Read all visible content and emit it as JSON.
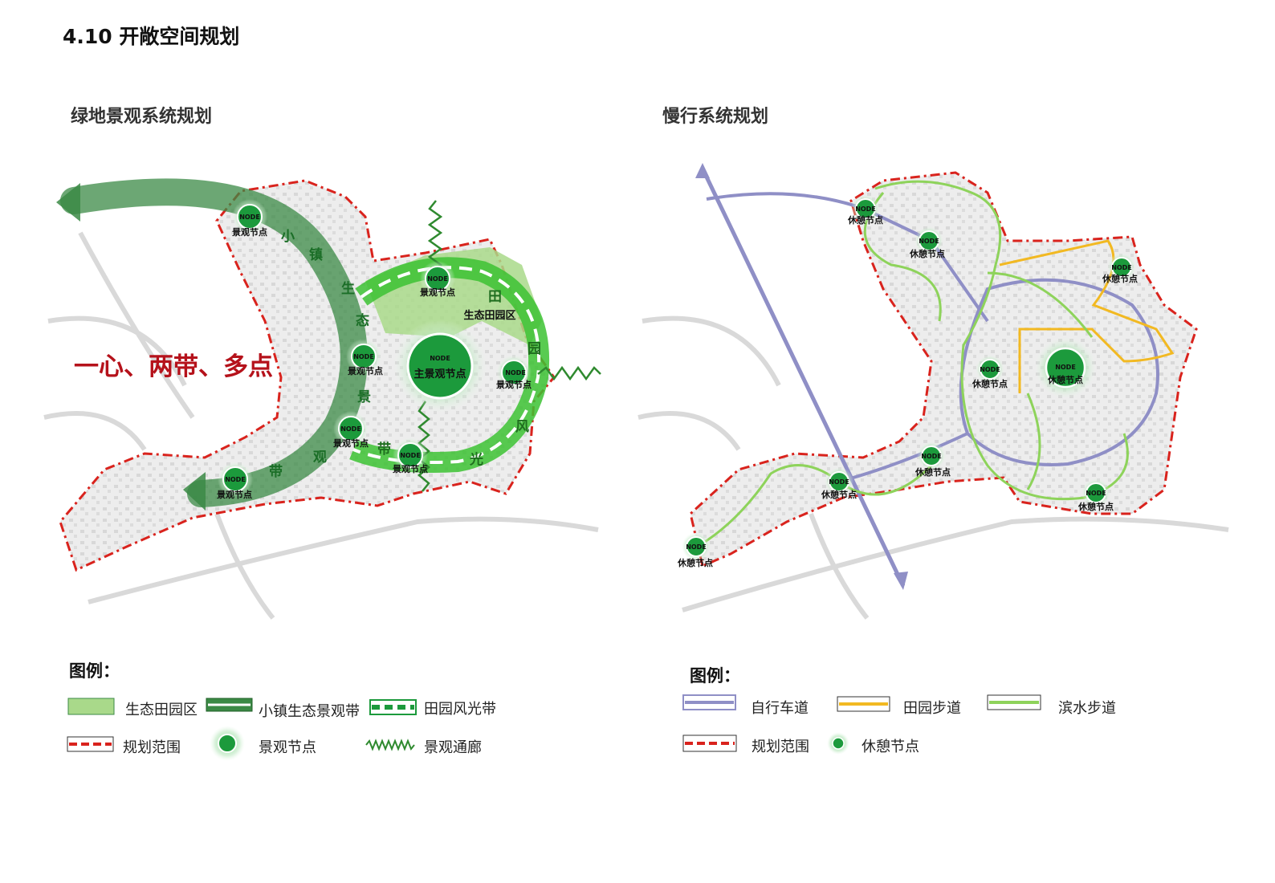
{
  "page": {
    "title": "4.10 开敞空间规划"
  },
  "left_panel": {
    "title": "绿地景观系统规划",
    "slogan": "一心、两带、多点",
    "node_text": "NODE",
    "main_node_label": "主景观节点",
    "field_zone_label": "生态田园区",
    "node_label": "景观节点",
    "belt1_chars": [
      "小",
      "镇",
      "生",
      "态",
      "景",
      "观",
      "带"
    ],
    "belt2_chars": [
      "田",
      "园",
      "风",
      "光",
      "带"
    ]
  },
  "right_panel": {
    "title": "慢行系统规划",
    "node_text": "NODE",
    "node_label": "休憩节点"
  },
  "left_legend": {
    "title": "图例：",
    "items": {
      "field_zone": "生态田园区",
      "town_belt": "小镇生态景观带",
      "pastoral_belt": "田园风光带",
      "boundary": "规划范围",
      "landscape_node": "景观节点",
      "corridor": "景观通廊"
    }
  },
  "right_legend": {
    "title": "图例：",
    "items": {
      "bike_lane": "自行车道",
      "field_path": "田园步道",
      "waterfront_path": "滨水步道",
      "boundary": "规划范围",
      "rest_node": "休憩节点"
    }
  },
  "colors": {
    "boundary_red": "#d9231d",
    "town_belt_green": "#3b8a45",
    "pastoral_green": "#3cc233",
    "field_zone_fill": "#a9d98a",
    "node_green": "#1c9a3c",
    "bike_purple": "#8f8fc6",
    "field_path_yellow": "#f2b922",
    "waterfront_green": "#8ed35b",
    "slogan_red": "#b5121b"
  }
}
